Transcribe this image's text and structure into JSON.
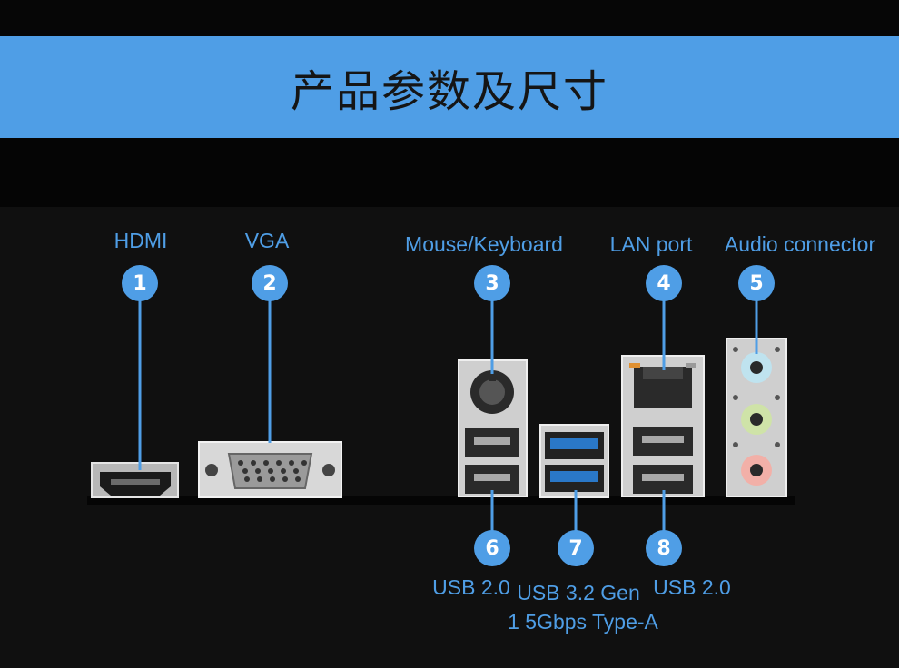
{
  "banner": {
    "title": "产品参数及尺寸"
  },
  "callouts": [
    {
      "number": "1",
      "label": "HDMI"
    },
    {
      "number": "2",
      "label": "VGA"
    },
    {
      "number": "3",
      "label": "Mouse/Keyboard"
    },
    {
      "number": "4",
      "label": "LAN port"
    },
    {
      "number": "5",
      "label": "Audio connector"
    },
    {
      "number": "6",
      "label": "USB 2.0"
    },
    {
      "number": "7",
      "label_line1": "USB 3.2 Gen",
      "label_line2": "1 5Gbps Type-A"
    },
    {
      "number": "8",
      "label": "USB 2.0"
    }
  ],
  "colors": {
    "accent": "#4f9ee6",
    "background": "#101010",
    "banner_text": "#151515",
    "audio_jacks": [
      "#bfe3ef",
      "#cfe3a8",
      "#f2b0a8"
    ],
    "usb3_blue": "#2a78c8"
  }
}
